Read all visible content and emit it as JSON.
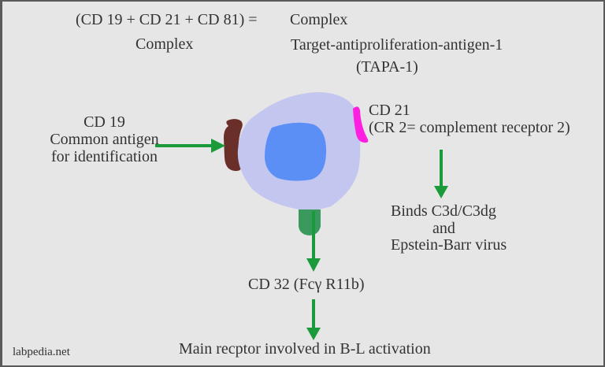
{
  "header": {
    "equation": "(CD 19 + CD 21 + CD 81) =",
    "complex_left": "Complex",
    "complex_right": "Complex",
    "tapa_full": "Target-antiproliferation-antigen-1",
    "tapa_abbr": "(TAPA-1)"
  },
  "cd19": {
    "title": "CD 19",
    "line1": "Common antigen",
    "line2": "for identification",
    "color": "#6b2f2a"
  },
  "cd21": {
    "title": "CD 21",
    "subtitle": "(CR 2= complement receptor 2)",
    "color": "#ff1fe0",
    "binds_line1": "Binds C3d/C3dg",
    "binds_line2": "and",
    "binds_line3": "Epstein-Barr virus"
  },
  "cd32": {
    "label": "CD 32 (Fcγ R11b)",
    "color": "#3a9a5e",
    "function": "Main recptor involved in B-L activation"
  },
  "cell": {
    "cytoplasm_color": "#c3c6ee",
    "nucleus_color": "#5b8ff5"
  },
  "arrow_color": "#1a9a3a",
  "watermark": "labpedia.net"
}
